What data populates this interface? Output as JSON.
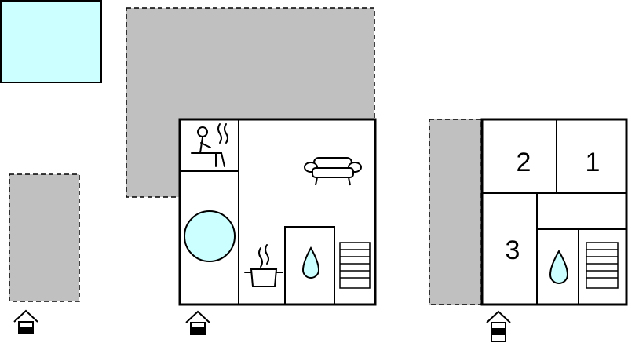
{
  "colors": {
    "pool": "#ccffff",
    "terrace": "#c0c0c0",
    "wall": "#000000",
    "water": "#ccffff",
    "background": "#ffffff"
  },
  "legend": {
    "icons": [
      "pool-area",
      "terrace-area",
      "sauna-icon",
      "sofa-icon",
      "hot-tub-icon",
      "cooking-pot-icon",
      "shower-drop-icon",
      "radiator-icon",
      "entrance-arrow-icon"
    ]
  },
  "building_2": {
    "rooms": [
      {
        "number": "2"
      },
      {
        "number": "1"
      },
      {
        "number": "3"
      }
    ]
  }
}
